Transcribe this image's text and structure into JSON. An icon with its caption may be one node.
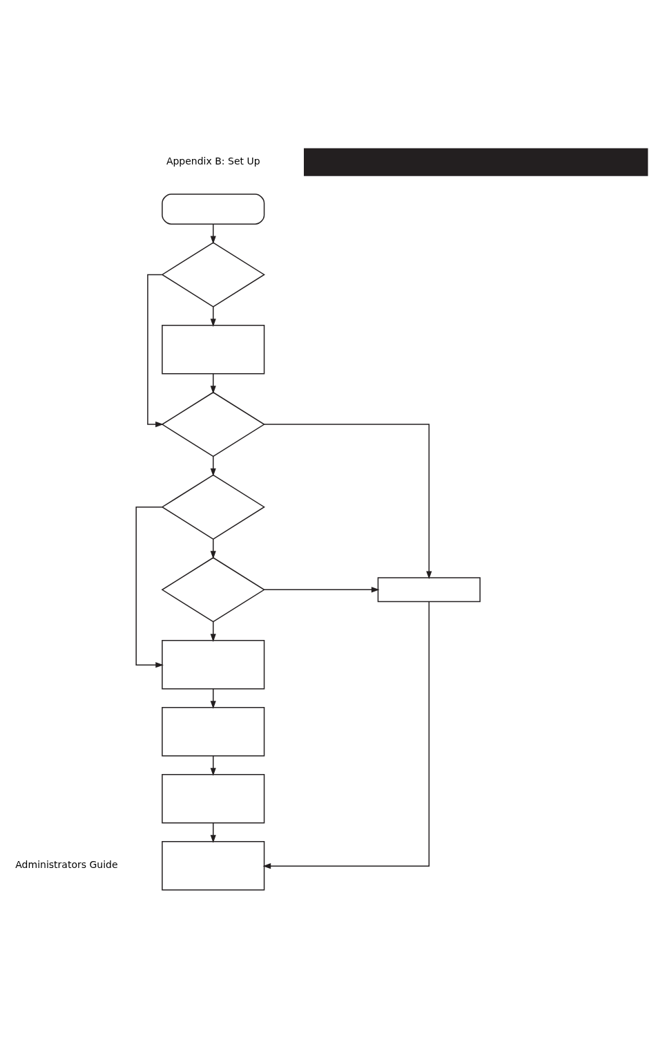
{
  "diagram": {
    "nodes": [
      {
        "text": [],
        "shape": "bar"
      },
      {
        "text": [],
        "shape": "oval"
      },
      {
        "text": [],
        "shape": "diamond"
      },
      {
        "text": [],
        "shape": "box"
      },
      {
        "text": [],
        "shape": "diamond"
      },
      {
        "text": [],
        "shape": "diamond"
      },
      {
        "text": [],
        "shape": "diamond"
      },
      {
        "text": [],
        "shape": "box"
      },
      {
        "text": [],
        "shape": "box"
      },
      {
        "text": [],
        "shape": "box"
      },
      {
        "text": [],
        "shape": "box"
      },
      {
        "text": [],
        "shape": "box"
      }
    ],
    "edges": [
      {
        "from": 1,
        "to": 2,
        "arrow": "to"
      },
      {
        "from": 2,
        "to": 3,
        "arrow": "to"
      },
      {
        "from": 2,
        "to": 4,
        "arrow": "to"
      },
      {
        "from": 3,
        "to": 4,
        "arrow": "to"
      },
      {
        "from": 4,
        "to": 5,
        "arrow": "to"
      },
      {
        "from": 4,
        "to": 7,
        "arrow": "to"
      },
      {
        "from": 5,
        "to": 6,
        "arrow": "to"
      },
      {
        "from": 5,
        "to": 8,
        "arrow": "to"
      },
      {
        "from": 6,
        "to": 7,
        "arrow": "to"
      },
      {
        "from": 6,
        "to": 8,
        "arrow": "to"
      },
      {
        "from": 8,
        "to": 9,
        "arrow": "to"
      },
      {
        "from": 9,
        "to": 10,
        "arrow": "to"
      },
      {
        "from": 10,
        "to": 11,
        "arrow": "to"
      },
      {
        "from": 7,
        "to": 11,
        "arrow": "to"
      }
    ],
    "labels": [
      "Appendix B: Set Up",
      "Administrators Guide"
    ]
  }
}
